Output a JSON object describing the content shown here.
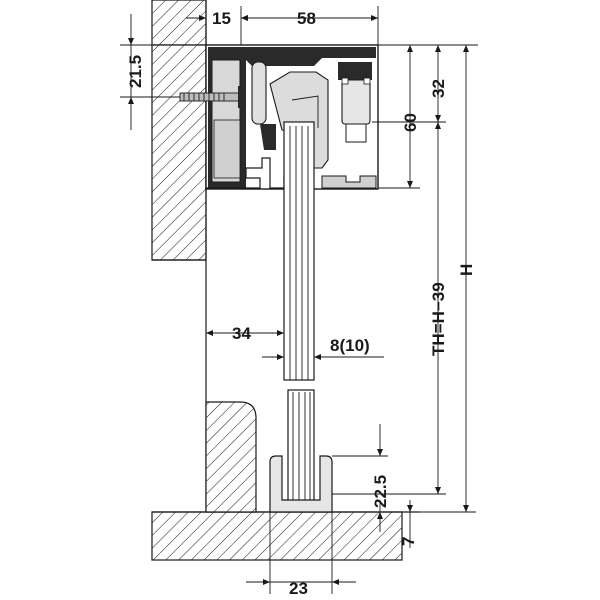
{
  "diagram": {
    "type": "technical-section-drawing",
    "colors": {
      "line": "#1a1a1a",
      "profile_dark": "#2a2a2a",
      "profile_grey": "#cfcfcf",
      "profile_light": "#e6e6e6",
      "background": "#ffffff"
    },
    "dimensions": {
      "d15": "15",
      "d58": "58",
      "d21_5": "21.5",
      "d32": "32",
      "d60": "60",
      "th": "TH=H−39",
      "h": "H",
      "d34": "34",
      "d8_10": "8(10)",
      "d22_5": "22.5",
      "d7": "7",
      "d23": "23"
    }
  }
}
